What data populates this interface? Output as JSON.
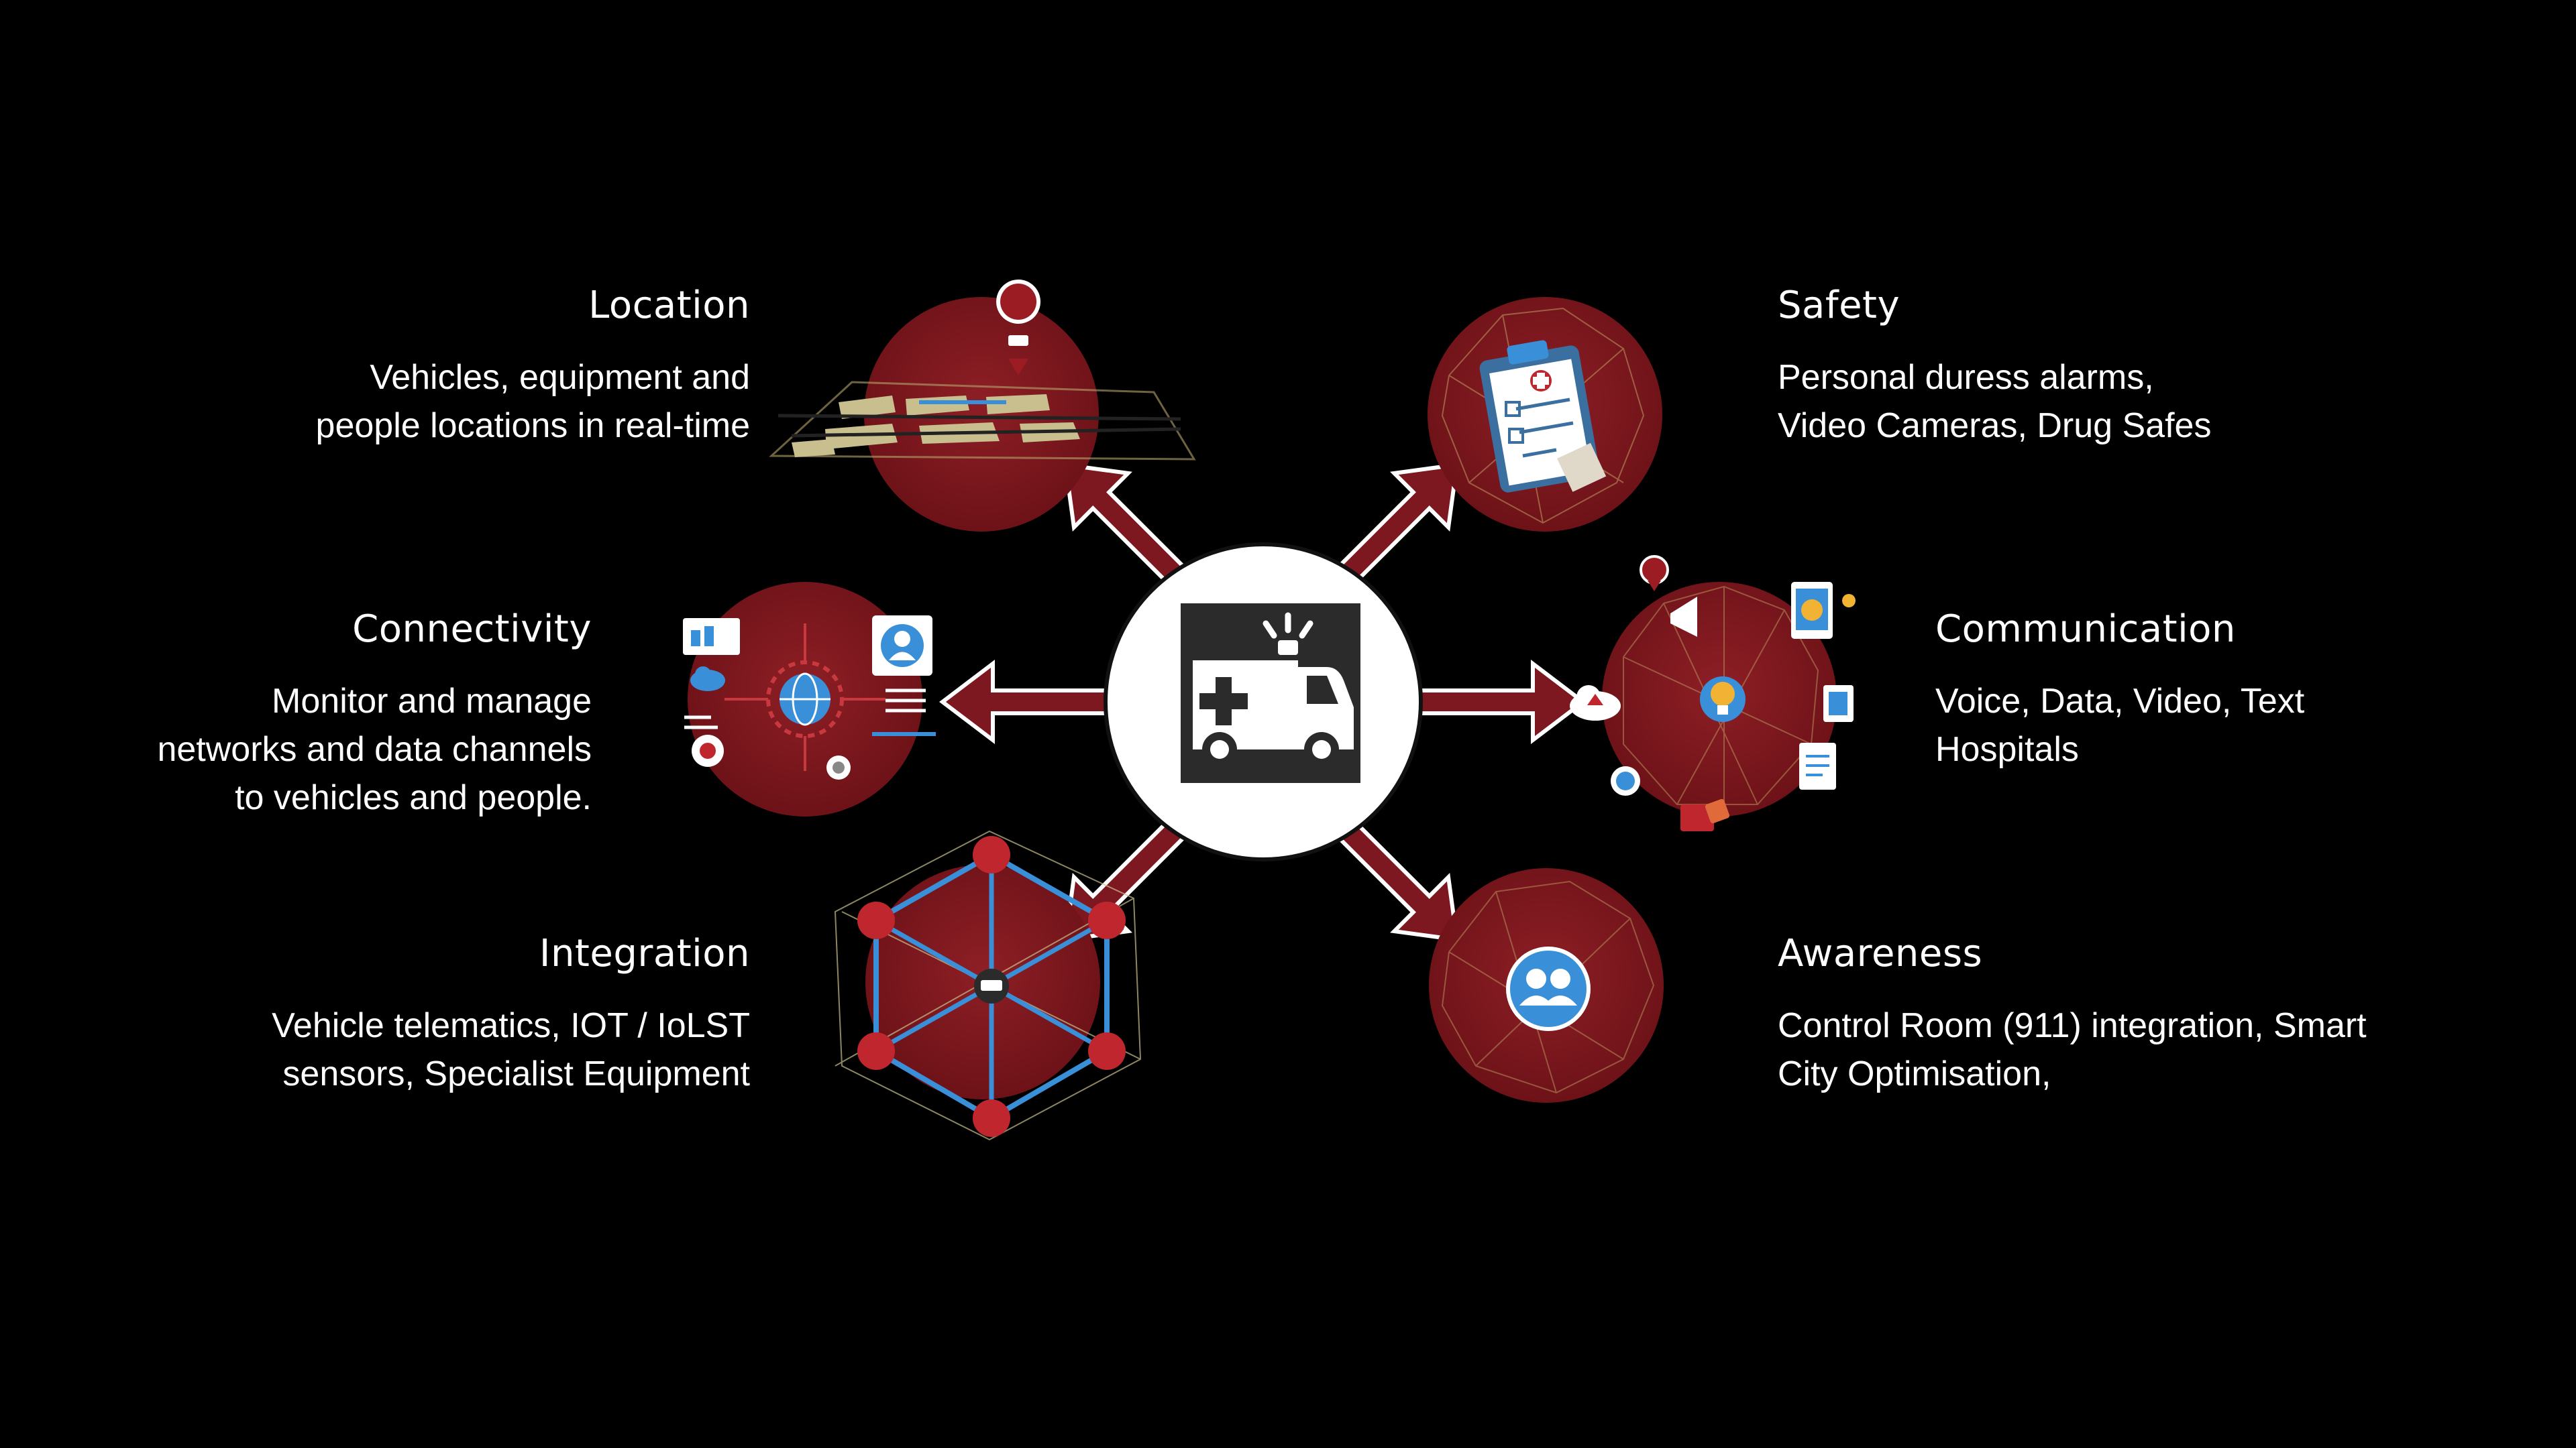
{
  "colors": {
    "background": "#000000",
    "node_fill": "#7a161c",
    "arrow": "#7d1820",
    "hub_fill": "#ffffff",
    "hub_icon_bg": "#2b2b2b",
    "net_line": "#b7a56a",
    "accent_blue": "#3a8fd9",
    "text": "#ffffff"
  },
  "hub": {
    "icon": "ambulance-icon"
  },
  "nodes": {
    "location": {
      "title": "Location",
      "desc": [
        "Vehicles, equipment and",
        "people locations in real-time"
      ],
      "icon": "map-pin-ambulance-icon"
    },
    "safety": {
      "title": "Safety",
      "desc": [
        "Personal duress alarms,",
        "Video Cameras, Drug Safes"
      ],
      "icon": "clipboard-medical-icon"
    },
    "connectivity": {
      "title": "Connectivity",
      "desc": [
        "Monitor and manage",
        "networks and data channels",
        "to vehicles and people."
      ],
      "icon": "network-globe-icon"
    },
    "communication": {
      "title": "Communication",
      "desc": [
        "Voice, Data, Video, Text",
        "Hospitals"
      ],
      "icon": "lightbulb-icon"
    },
    "integration": {
      "title": "Integration",
      "desc": [
        "Vehicle telematics, IOT / IoLST",
        "sensors, Specialist Equipment"
      ],
      "icon": "hexagon-network-icon"
    },
    "awareness": {
      "title": "Awareness",
      "desc": [
        "Control Room (911) integration, Smart",
        "City Optimisation,"
      ],
      "icon": "people-group-icon"
    }
  }
}
